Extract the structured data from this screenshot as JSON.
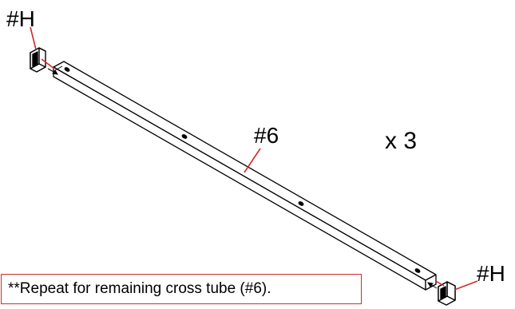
{
  "labels": {
    "end_cap_top": "#H",
    "cross_tube": "#6",
    "quantity": "x 3",
    "end_cap_bottom": "#H"
  },
  "note": {
    "text": "**Repeat for remaining cross tube (#6)."
  },
  "colors": {
    "leader_line": "#d22b2b",
    "note_border": "#d22b2b",
    "line_art": "#000000"
  }
}
